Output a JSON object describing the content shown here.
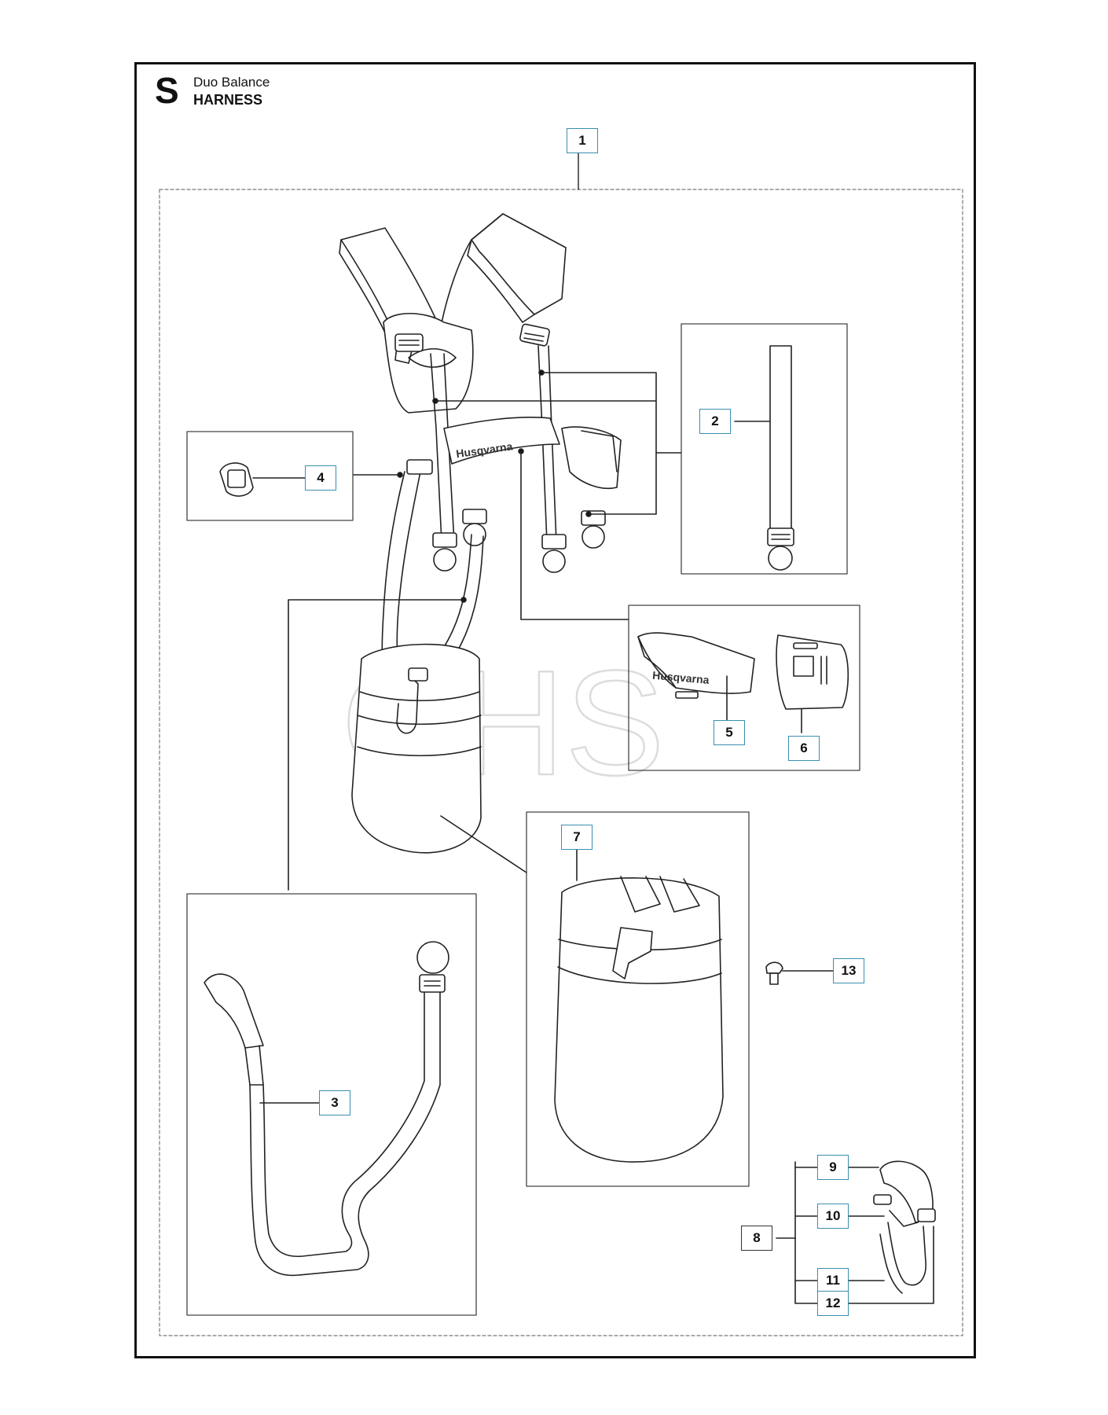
{
  "header": {
    "section_letter": "S",
    "title": "Duo Balance",
    "subtitle": "HARNESS"
  },
  "callouts": {
    "c1": "1",
    "c2": "2",
    "c3": "3",
    "c4": "4",
    "c5": "5",
    "c6": "6",
    "c7": "7",
    "c8": "8",
    "c9": "9",
    "c10": "10",
    "c11": "11",
    "c12": "12",
    "c13": "13"
  },
  "brand_text": "Husqvarna",
  "watermark": "GHS",
  "colors": {
    "callout_border": "#3a8fb0",
    "line": "#222222"
  }
}
